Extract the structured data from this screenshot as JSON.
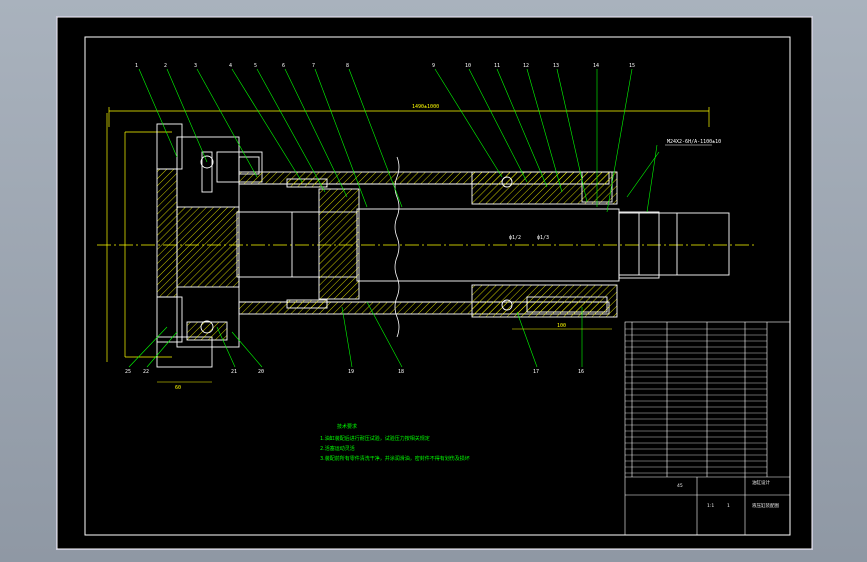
{
  "colors": {
    "background": "#000000",
    "outline": "#ffffff",
    "centerline": "#ffff00",
    "hatch": "#ffff00",
    "leaders": "#00ff00",
    "dimensions": "#ffff00",
    "frame": "#ffffff",
    "app_chrome": "#9aa3ae"
  },
  "drawing": {
    "part_numbers_top": [
      "1",
      "2",
      "3",
      "4",
      "5",
      "6",
      "7",
      "8",
      "9",
      "10",
      "11",
      "12",
      "13",
      "14",
      "15"
    ],
    "part_numbers_bottom": [
      "25",
      "22",
      "21",
      "20",
      "19",
      "18",
      "17",
      "16"
    ],
    "dim_overall_length": "1490±1000",
    "dim_thread": "M24X2-6H/A-1100±10",
    "dim_rod_end": "100",
    "dim_flange_width": "60",
    "dim_bore_small": "ф1/2",
    "dim_bore_large": "ф1/3"
  },
  "notes": {
    "title": "技术要求",
    "lines": [
      "1.油缸装配后进行耐压试验，试验压力按相关规定",
      "2.活塞运动灵活",
      "3.装配前所有零件清洗干净，并涂润滑油，密封件不得有划伤及损坏"
    ]
  },
  "title_block": {
    "drawing_name": "液压缸装配图",
    "scale": "1:1",
    "sheet": "1",
    "company": "油缸设计",
    "material": "45"
  }
}
